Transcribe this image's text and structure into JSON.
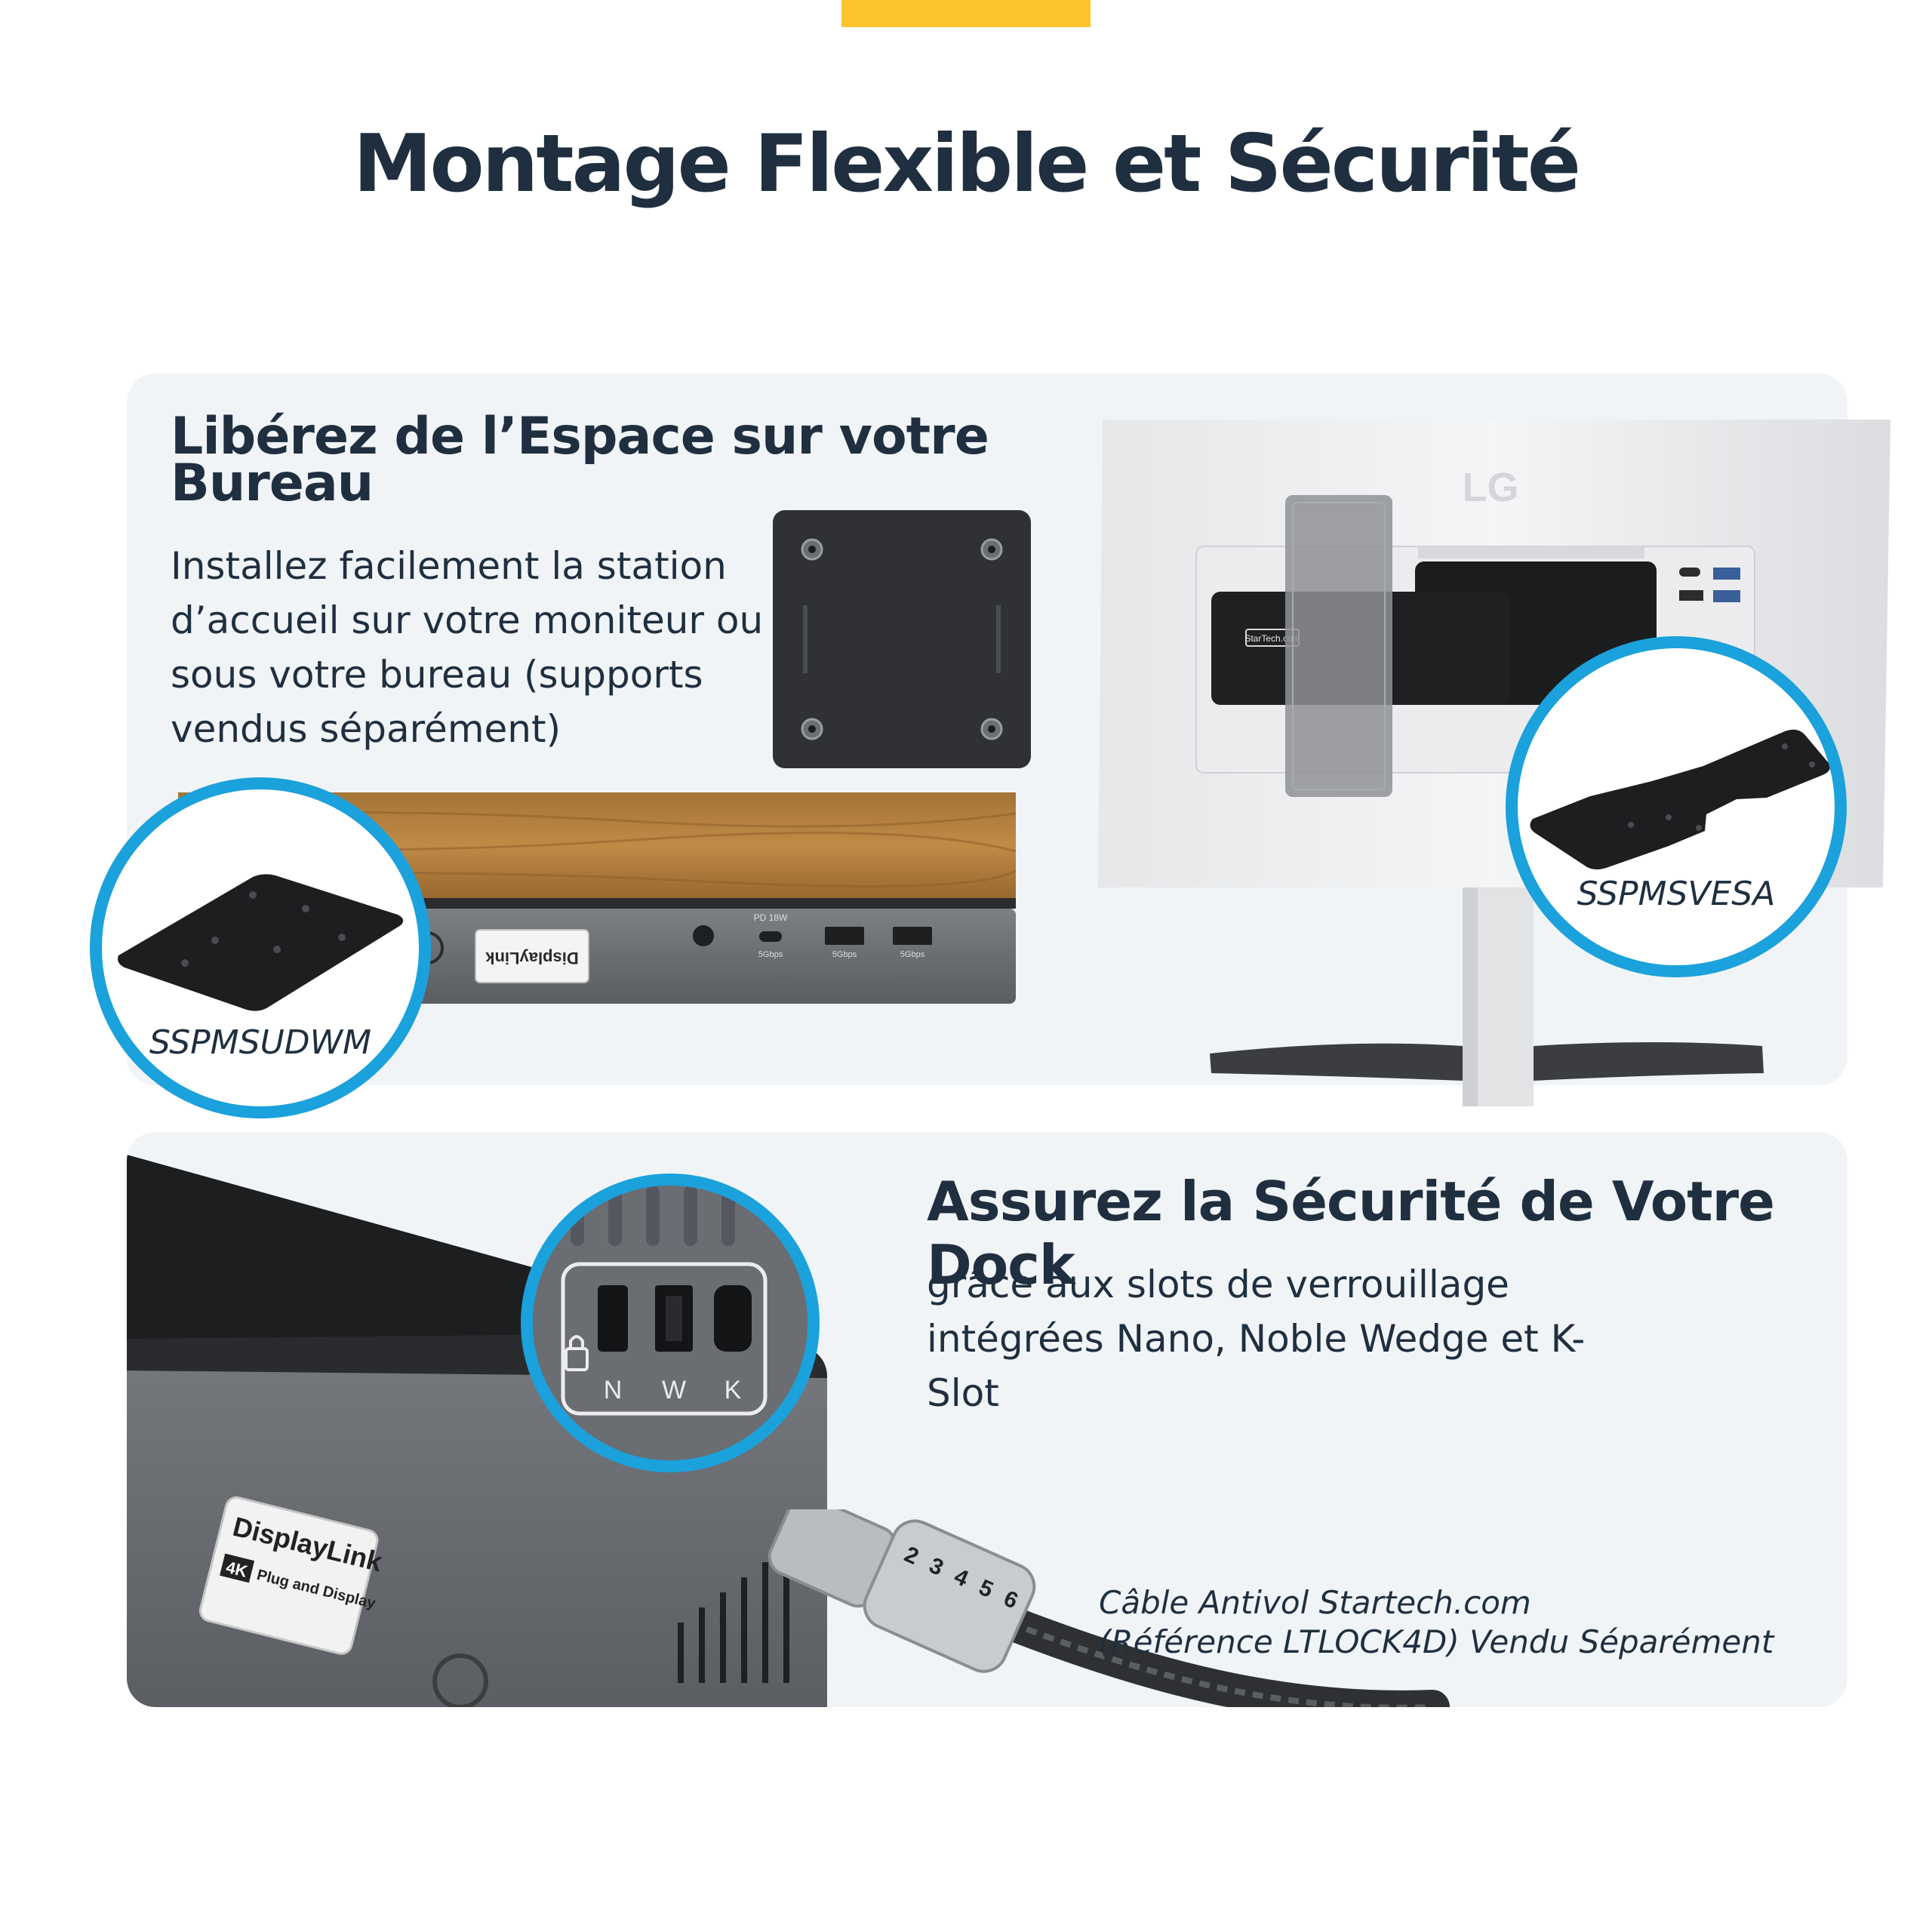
{
  "header": {
    "title": "Montage Flexible et Sécurité"
  },
  "mounting": {
    "heading_line1": "Libérez de l’Espace sur votre",
    "heading_line2": "Bureau",
    "description_lines": [
      "Installez facilement la station",
      "d’accueil sur votre moniteur ou",
      "sous votre bureau (supports",
      "vendus séparément)"
    ],
    "under_desk_model": "SSPMSUDWM",
    "vesa_model": "SSPMSVESA",
    "monitor_brand": "LG",
    "dock_brand_label": "StarTech.com",
    "ports": [
      "5Gbps",
      "5Gbps",
      "5Gbps"
    ],
    "pd_label": "PD 18W"
  },
  "security": {
    "heading": "Assurez la Sécurité de Votre Dock",
    "description_lines": [
      "grâce aux slots de verrouillage",
      "intégrées Nano, Noble Wedge et K-",
      "Slot"
    ],
    "slot_letters": [
      "N",
      "W",
      "K"
    ],
    "lock_caption_line1": "Câble Antivol Startech.com",
    "lock_caption_line2": "(Référence LTLOCK4D) Vendu Séparément",
    "displaylink_brand": "DisplayLink",
    "displaylink_badge": "4K",
    "displaylink_tagline": "Plug and Display",
    "lock_digits": [
      "2",
      "3",
      "4",
      "5",
      "6"
    ]
  },
  "colors": {
    "accent": "#fcc42a",
    "ring": "#1ba1db",
    "text": "#1f2f3f",
    "panel": "#f1f4f7"
  }
}
